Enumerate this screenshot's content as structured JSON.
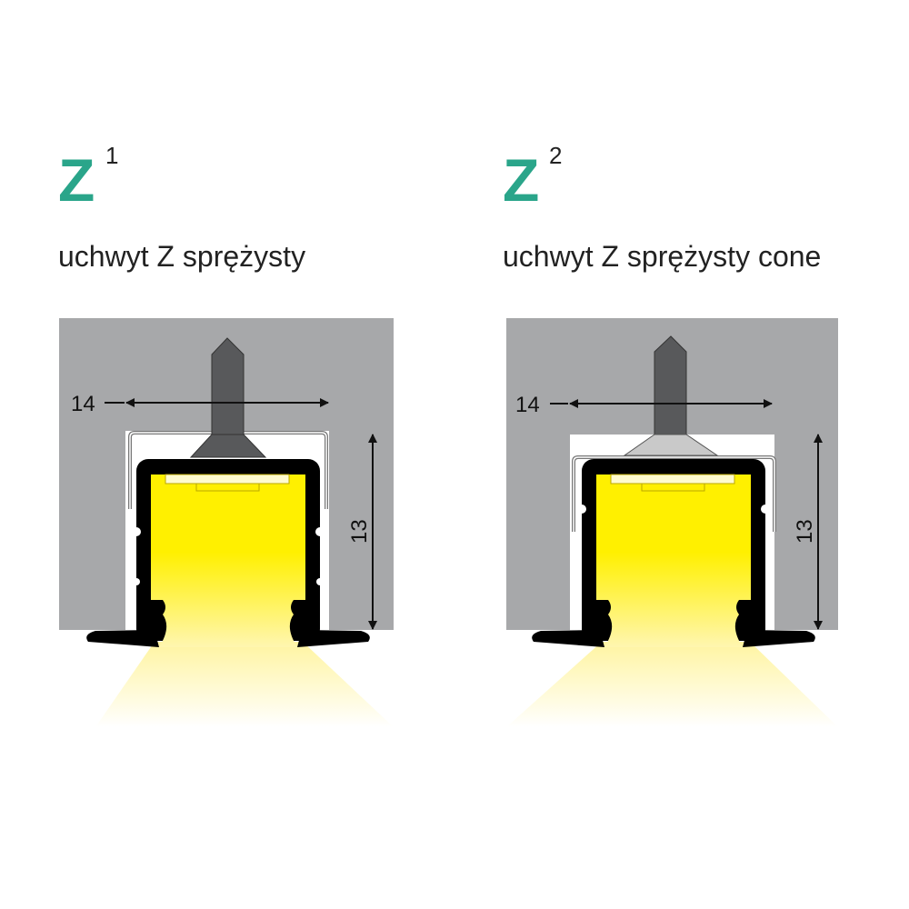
{
  "panels": [
    {
      "letter": "Z",
      "number": "1",
      "caption": "uchwyt Z sprężysty",
      "width_dim": "14",
      "height_dim": "13",
      "screw_head_color": "#555555"
    },
    {
      "letter": "Z",
      "number": "2",
      "caption": "uchwyt Z sprężysty cone",
      "width_dim": "14",
      "height_dim": "13",
      "screw_head_color": "#c9c9c9"
    }
  ],
  "colors": {
    "accent": "#2aa58a",
    "wall": "#a7a8aa",
    "profile": "#000000",
    "light": "#fff000"
  }
}
